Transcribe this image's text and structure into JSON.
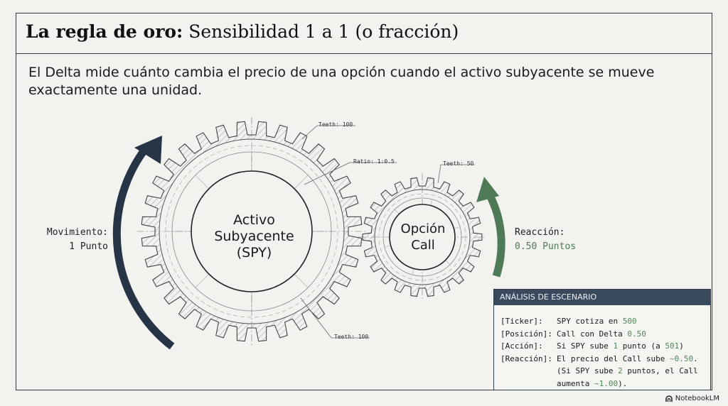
{
  "title": {
    "bold": "La regla de oro:",
    "rest": "Sensibilidad 1 a 1 (o fracción)"
  },
  "subtitle": "El Delta mide cuánto cambia el precio de una opción cuando el activo subyacente se mueve exactamente una unidad.",
  "gears": {
    "large": {
      "line1": "Activo",
      "line2": "Subyacente",
      "line3": "(SPY)"
    },
    "small": {
      "line1": "Opción",
      "line2": "Call"
    }
  },
  "annotations": {
    "teeth_top": "Teeth: 100",
    "ratio": "Ratio: 1:0.5",
    "teeth_small": "Teeth: 50",
    "teeth_bottom": "Teeth: 100"
  },
  "movement": {
    "line1": "Movimiento:",
    "line2": "1 Punto"
  },
  "reaction": {
    "line1": "Reacción:",
    "line2": "0.50 Puntos"
  },
  "panel": {
    "header": "ANÁLISIS DE ESCENARIO",
    "rows": [
      {
        "key": "[Ticker]:",
        "pre": "SPY cotiza en ",
        "hl": "500",
        "post": ""
      },
      {
        "key": "[Posición]:",
        "pre": "Call con Delta ",
        "hl": "0.50",
        "post": ""
      },
      {
        "key": "[Acción]:",
        "pre": "Si SPY sube ",
        "hl": "1",
        "post": " punto (a ",
        "hl2": "501",
        "post2": ")"
      },
      {
        "key": "[Reacción]:",
        "pre": "El precio del Call sube ",
        "hl": "~0.50",
        "post": "."
      },
      {
        "key": "",
        "pre": "(Si SPY sube ",
        "hl": "2",
        "post": " puntos, el Call"
      },
      {
        "key": "",
        "pre": "aumenta ",
        "hl": "~1.00",
        "post": ")."
      }
    ]
  },
  "brand": "NotebookLM",
  "colors": {
    "dark_arrow": "#263445",
    "green_arrow": "#4e7a55",
    "panel_header": "#3a4a5e",
    "highlight_green": "#4e8a58"
  }
}
